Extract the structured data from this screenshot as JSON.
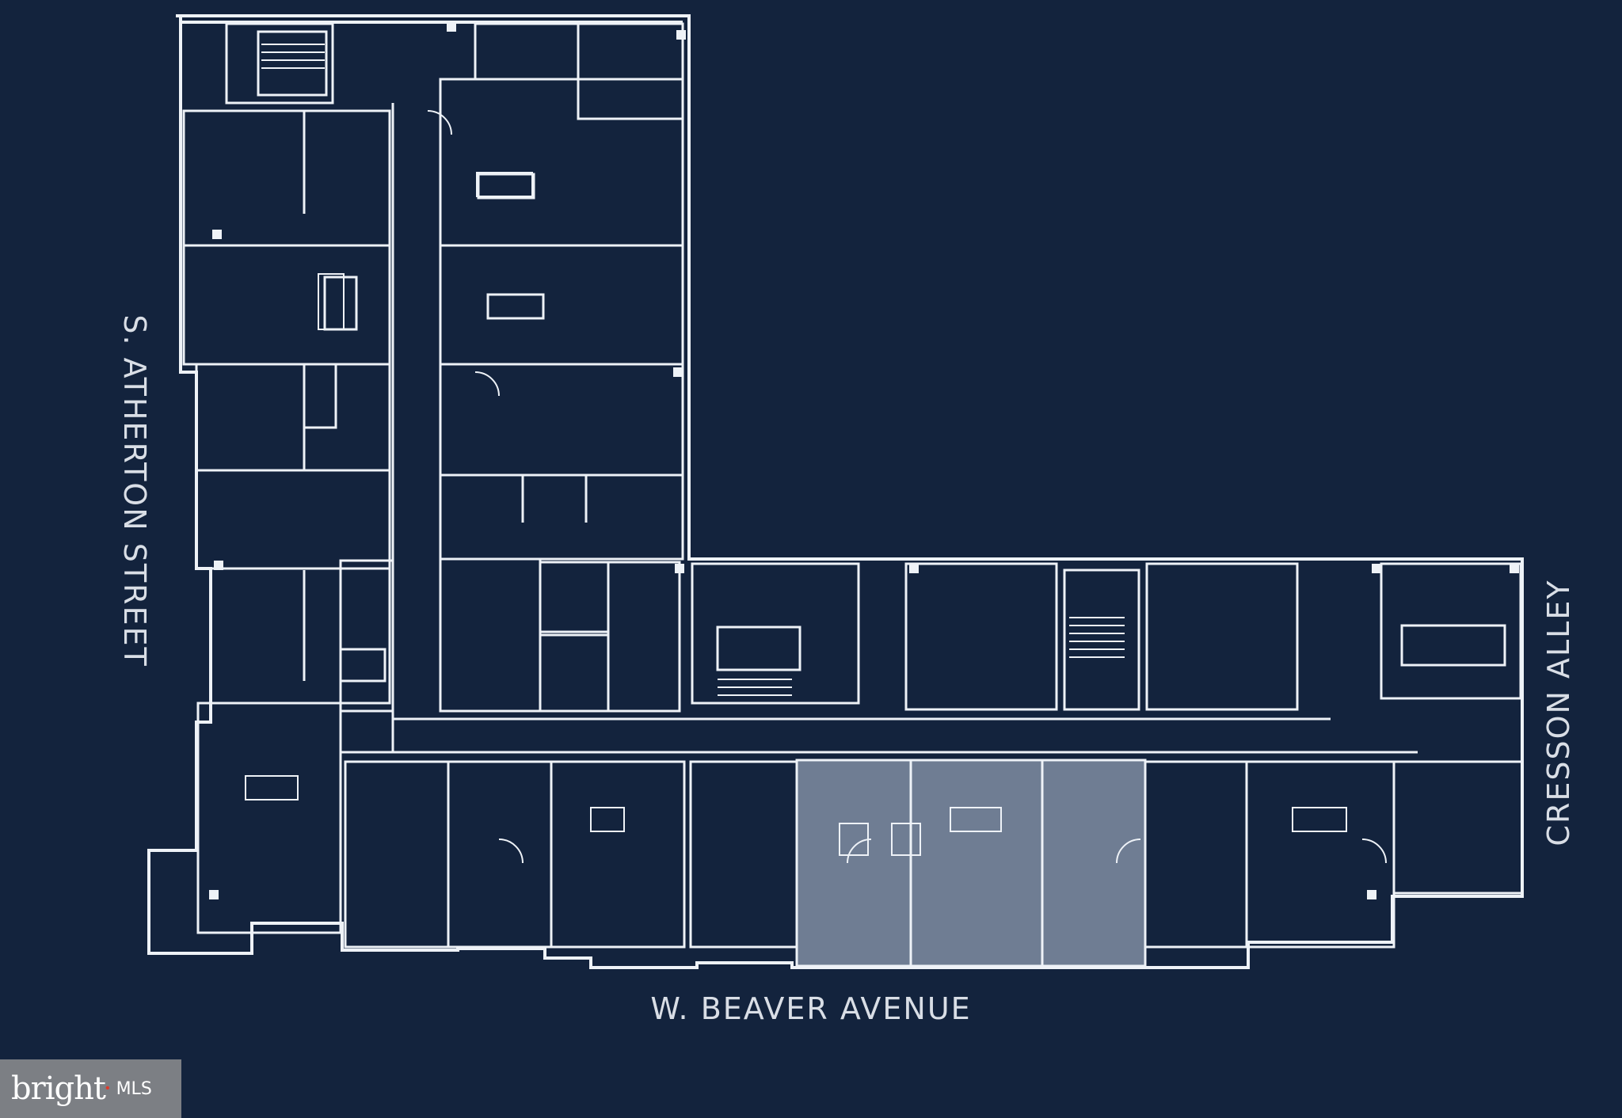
{
  "floor_plan": {
    "colors": {
      "background": "#13233d",
      "lines": "#eef2f7",
      "highlight_fill": "#6f7d93",
      "label_text": "#d9dee6"
    },
    "streets": {
      "left": "S. ATHERTON STREET",
      "right": "CRESSON ALLEY",
      "bottom": "W. BEAVER AVENUE"
    },
    "highlighted_unit": "shaded unit on W. Beaver Avenue frontage"
  },
  "watermark": {
    "brand": "bright",
    "suffix": "MLS",
    "brand_color": "#ffffff",
    "accent_color": "#e03a2a"
  }
}
